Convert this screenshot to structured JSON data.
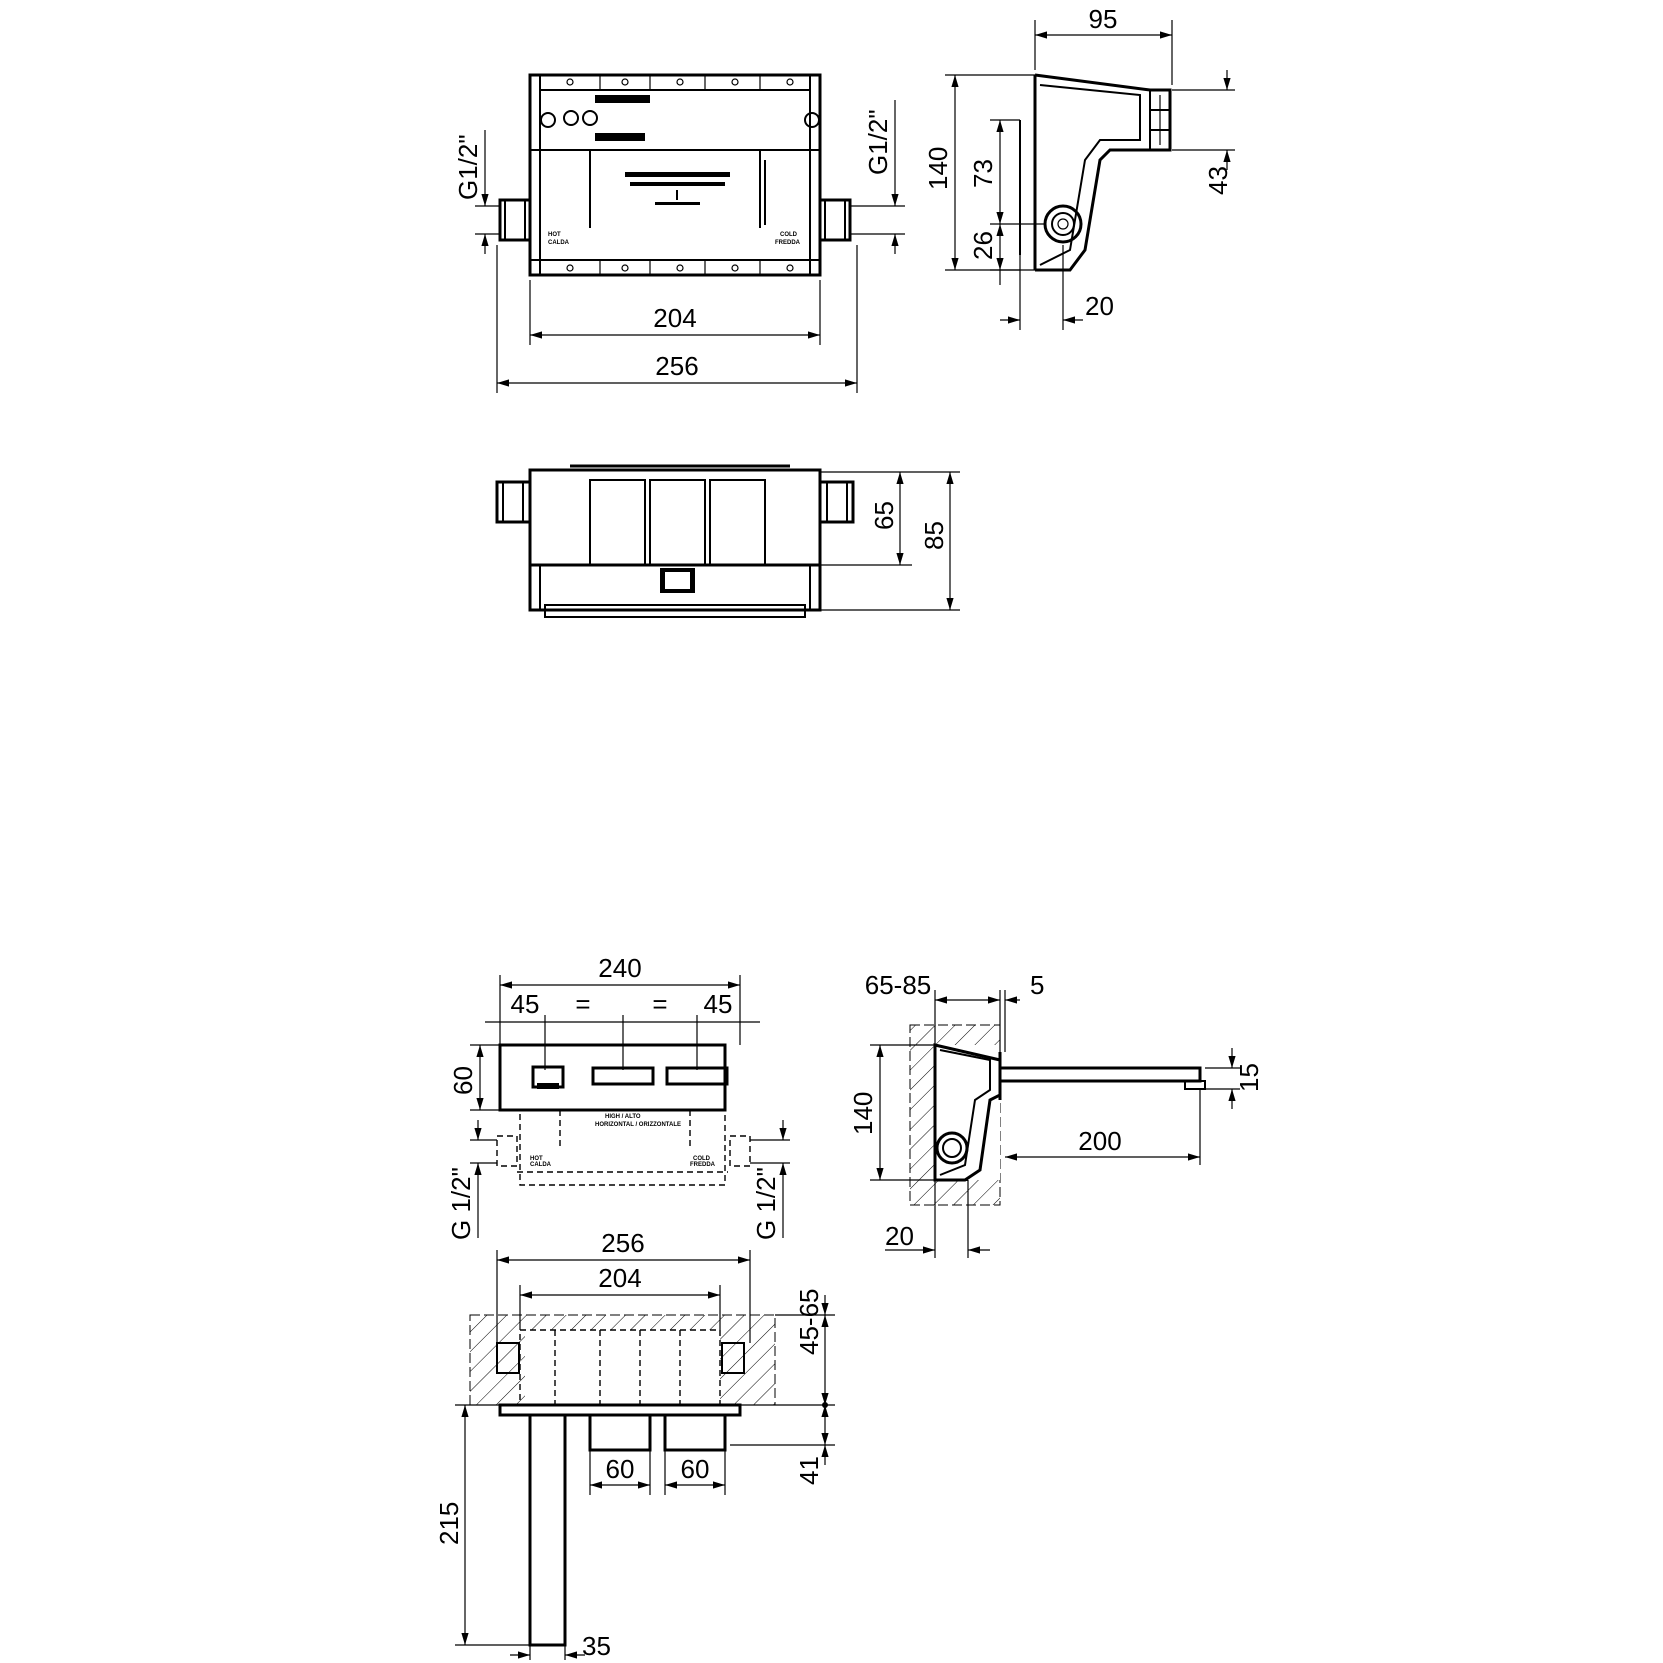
{
  "view_front_box": {
    "dim_width_inner": "204",
    "dim_width_total": "256",
    "thread_left": "G1/2\"",
    "thread_right": "G1/2\"",
    "label_hot": "HOT\nCALDA",
    "label_cold": "COLD\nFREDDA"
  },
  "view_side_box": {
    "dim_depth": "95",
    "dim_height": "140",
    "dim_upper": "73",
    "dim_lower": "26",
    "dim_right": "43",
    "dim_bottom": "20"
  },
  "view_top_box": {
    "dim_inner": "65",
    "dim_outer": "85"
  },
  "view_front_installed": {
    "dim_total": "240",
    "dim_left": "45",
    "dim_eq1": "=",
    "dim_eq2": "=",
    "dim_right": "45",
    "dim_height": "60",
    "thread_left": "G 1/2\"",
    "thread_right": "G 1/2\""
  },
  "view_side_installed": {
    "dim_wall": "65-85",
    "dim_plate": "5",
    "dim_height": "140",
    "dim_spout_len": "200",
    "dim_spout_thk": "15",
    "dim_bottom": "20"
  },
  "view_top_installed": {
    "dim_total": "256",
    "dim_inner": "204",
    "dim_wall": "45-65",
    "dim_knob": "41",
    "dim_knob1": "60",
    "dim_knob2": "60",
    "dim_spout": "215",
    "dim_spout_w": "35"
  }
}
